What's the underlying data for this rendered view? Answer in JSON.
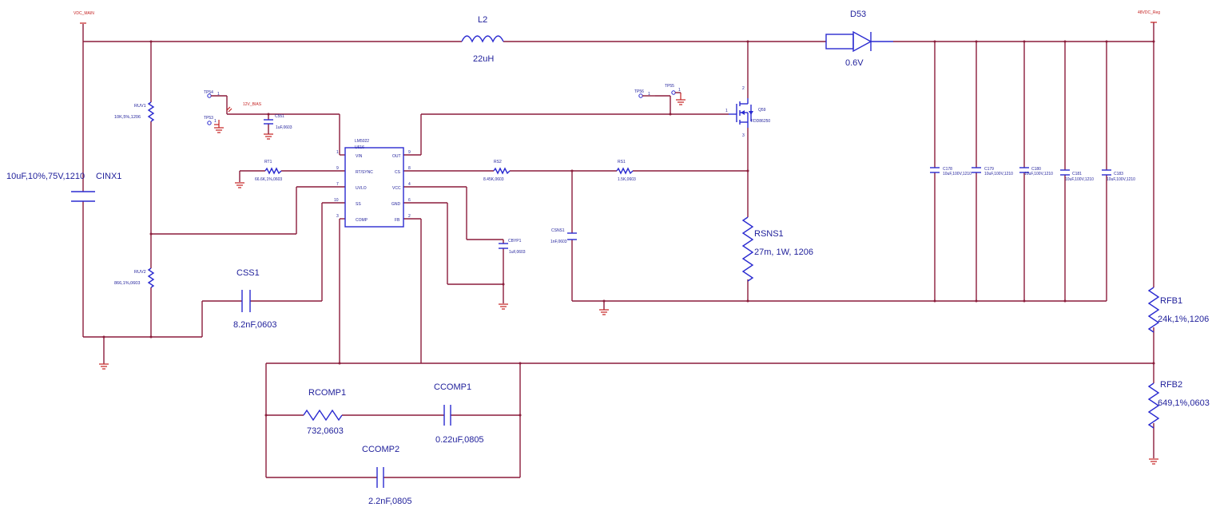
{
  "nets": {
    "vdc_main": "VDC_MAIN",
    "vout": "48VDC_Reg",
    "bias": "12V_BIAS"
  },
  "ic": {
    "ref": "U616",
    "part": "LM5022",
    "pins": [
      {
        "num": "1",
        "name": "VIN"
      },
      {
        "num": "9",
        "name": "RT/SYNC"
      },
      {
        "num": "7",
        "name": "UVLO"
      },
      {
        "num": "10",
        "name": "SS"
      },
      {
        "num": "3",
        "name": "COMP"
      },
      {
        "num": "9",
        "name": "OUT"
      },
      {
        "num": "8",
        "name": "CS"
      },
      {
        "num": "4",
        "name": "VCC"
      },
      {
        "num": "6",
        "name": "GND"
      },
      {
        "num": "2",
        "name": "FB"
      }
    ]
  },
  "components": {
    "l2": {
      "ref": "L2",
      "value": "22uH"
    },
    "d53": {
      "ref": "D53",
      "value": "0.6V"
    },
    "cinx1": {
      "ref": "CINX1",
      "value": "10uF,10%,75V,1210"
    },
    "ruv1": {
      "ref": "RUV1",
      "value": "10K,5%,1206"
    },
    "ruv2": {
      "ref": "RUV2",
      "value": "866,1%,0603"
    },
    "css1": {
      "ref": "CSS1",
      "value": "8.2nF,0603"
    },
    "rcomp1": {
      "ref": "RCOMP1",
      "value": "732,0603"
    },
    "ccomp1": {
      "ref": "CCOMP1",
      "value": "0.22uF,0805"
    },
    "ccomp2": {
      "ref": "CCOMP2",
      "value": "2.2nF,0805"
    },
    "rsns1": {
      "ref": "RSNS1",
      "value": "27m, 1W, 1206"
    },
    "rfb1": {
      "ref": "RFB1",
      "value": "24k,1%,1206"
    },
    "rfb2": {
      "ref": "RFB2",
      "value": "649,1%,0603"
    },
    "c551": {
      "ref": "C551",
      "value": "1uF,0603"
    },
    "rt1": {
      "ref": "RT1",
      "value": "66.6K,1%,0603"
    },
    "rs2": {
      "ref": "RS2",
      "value": "8.45K,0603"
    },
    "rs1": {
      "ref": "RS1",
      "value": "1.5K,0603"
    },
    "cbyp1": {
      "ref": "CBYP1",
      "value": "1uF,0603"
    },
    "csns1": {
      "ref": "CSNS1",
      "value": "1nF,0603"
    },
    "q59": {
      "ref": "Q59",
      "value": "FDD86250"
    },
    "tp54": {
      "ref": "TP54"
    },
    "tp53": {
      "ref": "TP53"
    },
    "tp56": {
      "ref": "TP56"
    },
    "tp55": {
      "ref": "TP55"
    },
    "out_caps": [
      {
        "ref": "C178",
        "value": "10uF,100V,1210"
      },
      {
        "ref": "C179",
        "value": "10uF,100V,1210"
      },
      {
        "ref": "C180",
        "value": "10uF,100V,1210"
      },
      {
        "ref": "C181",
        "value": "10uF,100V,1210"
      },
      {
        "ref": "C183",
        "value": "10uF,100V,1210"
      }
    ]
  },
  "pin_labels": {
    "one": "1",
    "two": "2",
    "three": "3"
  }
}
